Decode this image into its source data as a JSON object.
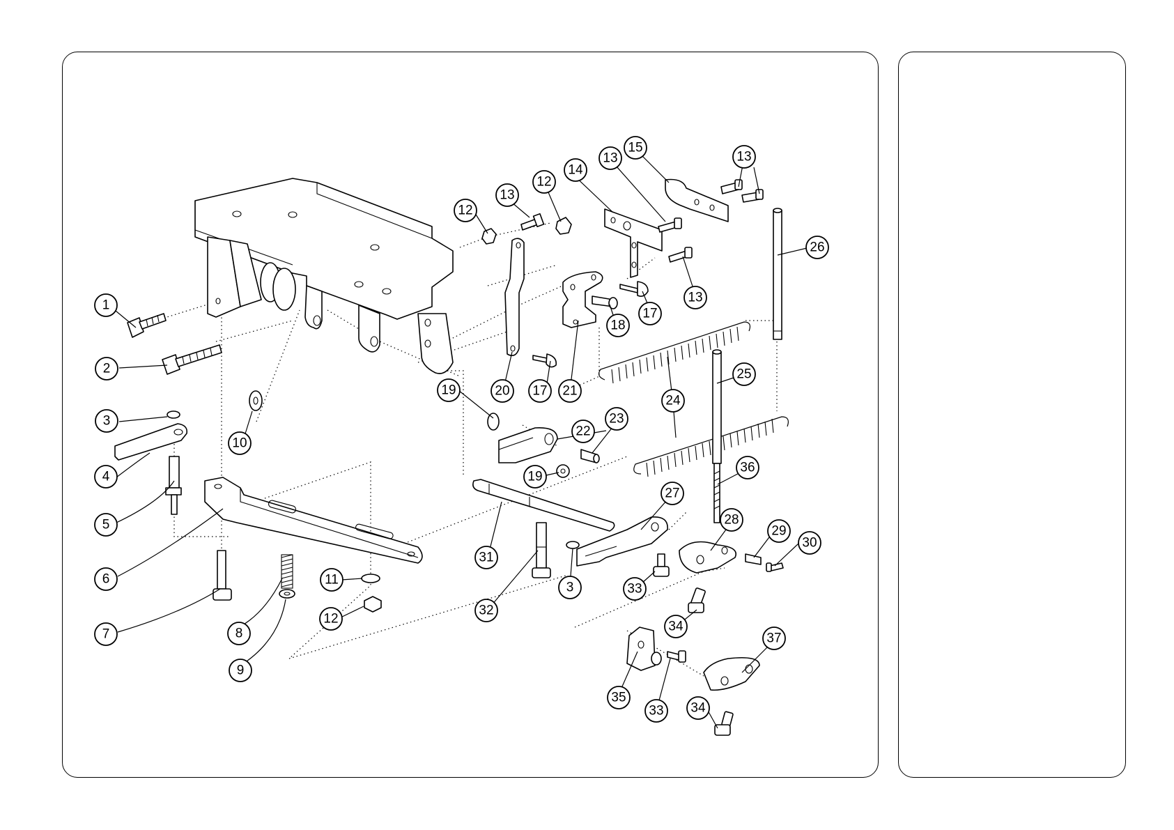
{
  "figure": {
    "callouts": [
      {
        "id": "c1",
        "label": "1"
      },
      {
        "id": "c2",
        "label": "2"
      },
      {
        "id": "c3a",
        "label": "3"
      },
      {
        "id": "c4",
        "label": "4"
      },
      {
        "id": "c5",
        "label": "5"
      },
      {
        "id": "c6",
        "label": "6"
      },
      {
        "id": "c7",
        "label": "7"
      },
      {
        "id": "c8",
        "label": "8"
      },
      {
        "id": "c9",
        "label": "9"
      },
      {
        "id": "c10",
        "label": "10"
      },
      {
        "id": "c11",
        "label": "11"
      },
      {
        "id": "c12a",
        "label": "12"
      },
      {
        "id": "c12b",
        "label": "12"
      },
      {
        "id": "c12c",
        "label": "12"
      },
      {
        "id": "c13a",
        "label": "13"
      },
      {
        "id": "c13b",
        "label": "13"
      },
      {
        "id": "c13c",
        "label": "13"
      },
      {
        "id": "c13d",
        "label": "13"
      },
      {
        "id": "c14",
        "label": "14"
      },
      {
        "id": "c15",
        "label": "15"
      },
      {
        "id": "c17a",
        "label": "17"
      },
      {
        "id": "c17b",
        "label": "17"
      },
      {
        "id": "c18",
        "label": "18"
      },
      {
        "id": "c19a",
        "label": "19"
      },
      {
        "id": "c19b",
        "label": "19"
      },
      {
        "id": "c20",
        "label": "20"
      },
      {
        "id": "c21",
        "label": "21"
      },
      {
        "id": "c22",
        "label": "22"
      },
      {
        "id": "c23",
        "label": "23"
      },
      {
        "id": "c24",
        "label": "24"
      },
      {
        "id": "c25",
        "label": "25"
      },
      {
        "id": "c26",
        "label": "26"
      },
      {
        "id": "c27",
        "label": "27"
      },
      {
        "id": "c28",
        "label": "28"
      },
      {
        "id": "c29",
        "label": "29"
      },
      {
        "id": "c30",
        "label": "30"
      },
      {
        "id": "c31",
        "label": "31"
      },
      {
        "id": "c32",
        "label": "32"
      },
      {
        "id": "c3b",
        "label": "3"
      },
      {
        "id": "c33a",
        "label": "33"
      },
      {
        "id": "c33b",
        "label": "33"
      },
      {
        "id": "c34a",
        "label": "34"
      },
      {
        "id": "c34b",
        "label": "34"
      },
      {
        "id": "c35",
        "label": "35"
      },
      {
        "id": "c36",
        "label": "36"
      },
      {
        "id": "c37",
        "label": "37"
      }
    ]
  },
  "colors": {
    "line": "#000000",
    "background": "#ffffff"
  }
}
